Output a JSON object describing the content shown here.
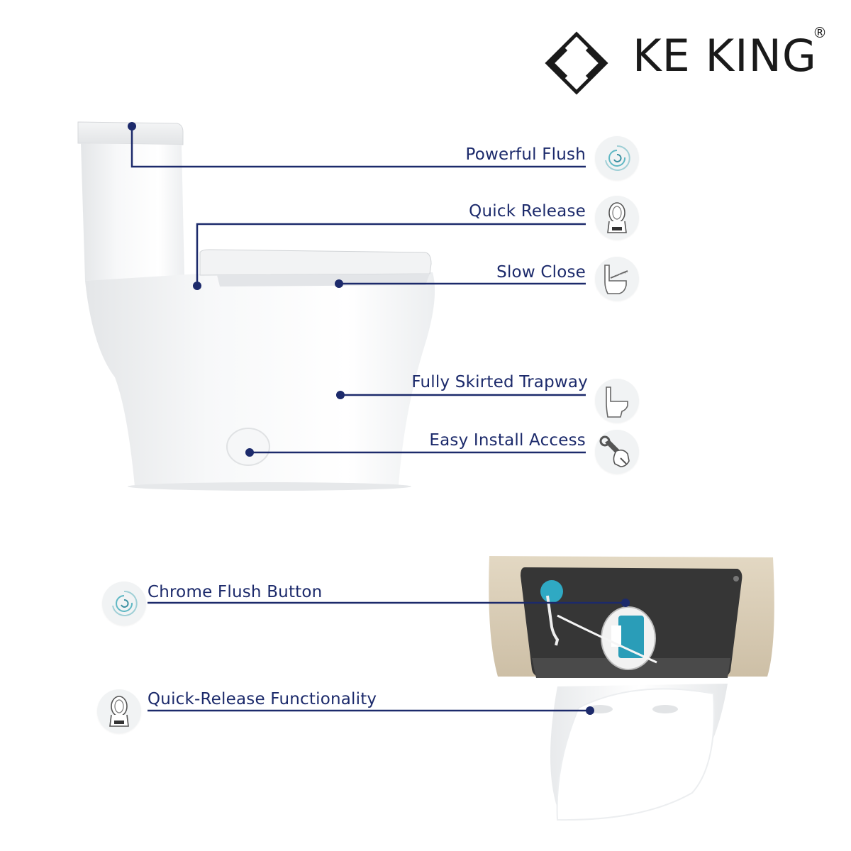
{
  "brand": {
    "name": "KE KING",
    "registered_mark": "®",
    "logo_icon": "double-chevron-logo-icon"
  },
  "colors": {
    "accent": "#1c2a6b",
    "line": "#1c2a6b",
    "badge_bg": "#f1f3f4",
    "icon_teal": "#5fb8c4",
    "tank_interior": "#3a3a3a",
    "tank_rim": "#d9cdb5",
    "flush_button_blue": "#2a9db8"
  },
  "top_features": [
    {
      "label": "Powerful Flush",
      "icon": "swirl-flush-icon"
    },
    {
      "label": "Quick Release",
      "icon": "toilet-seat-front-icon"
    },
    {
      "label": "Slow Close",
      "icon": "toilet-lid-closing-icon"
    },
    {
      "label": "Fully Skirted Trapway",
      "icon": "skirted-toilet-icon"
    },
    {
      "label": "Easy Install Access",
      "icon": "wrench-hand-icon"
    }
  ],
  "bottom_features": [
    {
      "label": "Chrome Flush Button",
      "icon": "swirl-flush-icon"
    },
    {
      "label": "Quick-Release Functionality",
      "icon": "toilet-seat-front-icon"
    }
  ]
}
